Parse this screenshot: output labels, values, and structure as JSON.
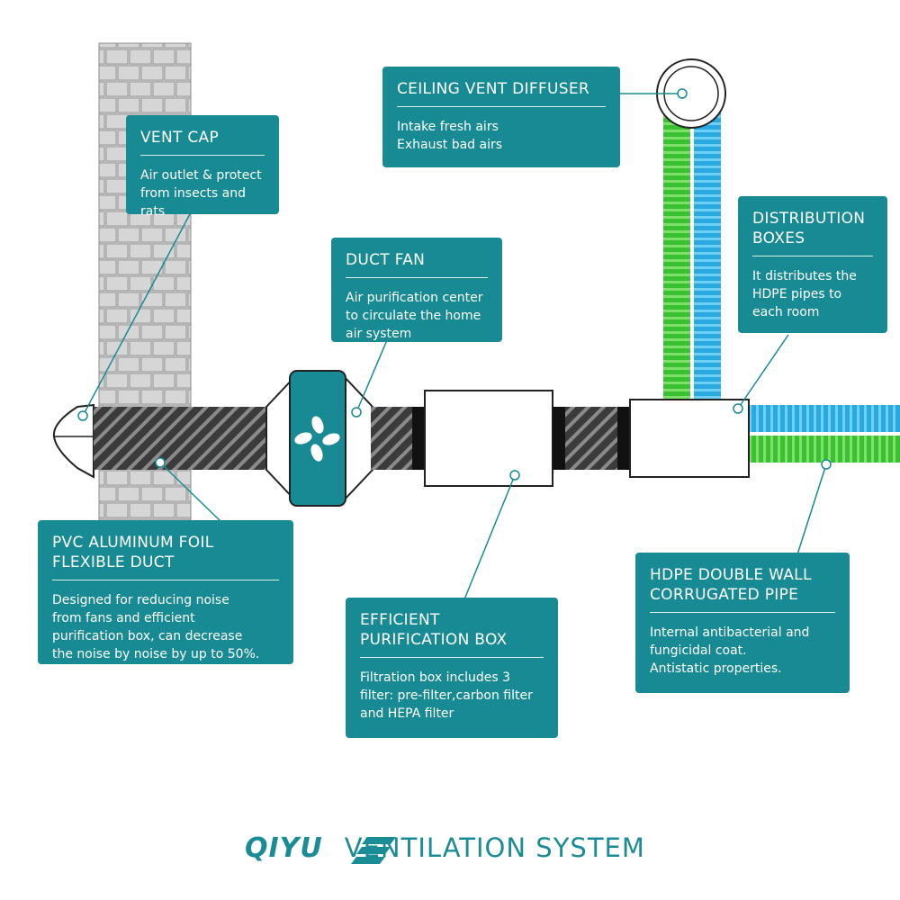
{
  "callouts": {
    "vent_cap": {
      "title": "VENT CAP",
      "body": "Air outlet  & protect\nfrom insects and rats"
    },
    "duct_fan": {
      "title": "DUCT FAN",
      "body": "Air purification center\nto circulate the home\nair system"
    },
    "ceiling_vent": {
      "title": "CEILING VENT DIFFUSER",
      "body": "Intake fresh airs\nExhaust bad airs"
    },
    "distribution": {
      "title": "DISTRIBUTION\nBOXES",
      "body": "It distributes the\nHDPE pipes to\neach room"
    },
    "pvc_duct": {
      "title": "PVC ALUMINUM FOIL\nFLEXIBLE DUCT",
      "body": "Designed for reducing noise\nfrom fans and efficient\npurification box, can decrease\nthe noise by noise by up to 50%."
    },
    "purification": {
      "title": "EFFICIENT\nPURIFICATION BOX",
      "body": "Filtration box includes 3\nfilter: pre-filter,carbon filter\nand HEPA filter"
    },
    "hdpe": {
      "title": "HDPE DOUBLE WALL\nCORRUGATED PIPE",
      "body": "Internal antibacterial and\nfungicidal coat.\nAntistatic properties."
    }
  },
  "brand": {
    "logo": "QIYU",
    "tagline": "VENTILATION SYSTEM"
  },
  "colors": {
    "teal": "#178a94",
    "blue_pipe": "#2fb3e6",
    "green_pipe": "#3fc83a",
    "duct": "#3a3a3a",
    "wall": "#cccccc"
  }
}
